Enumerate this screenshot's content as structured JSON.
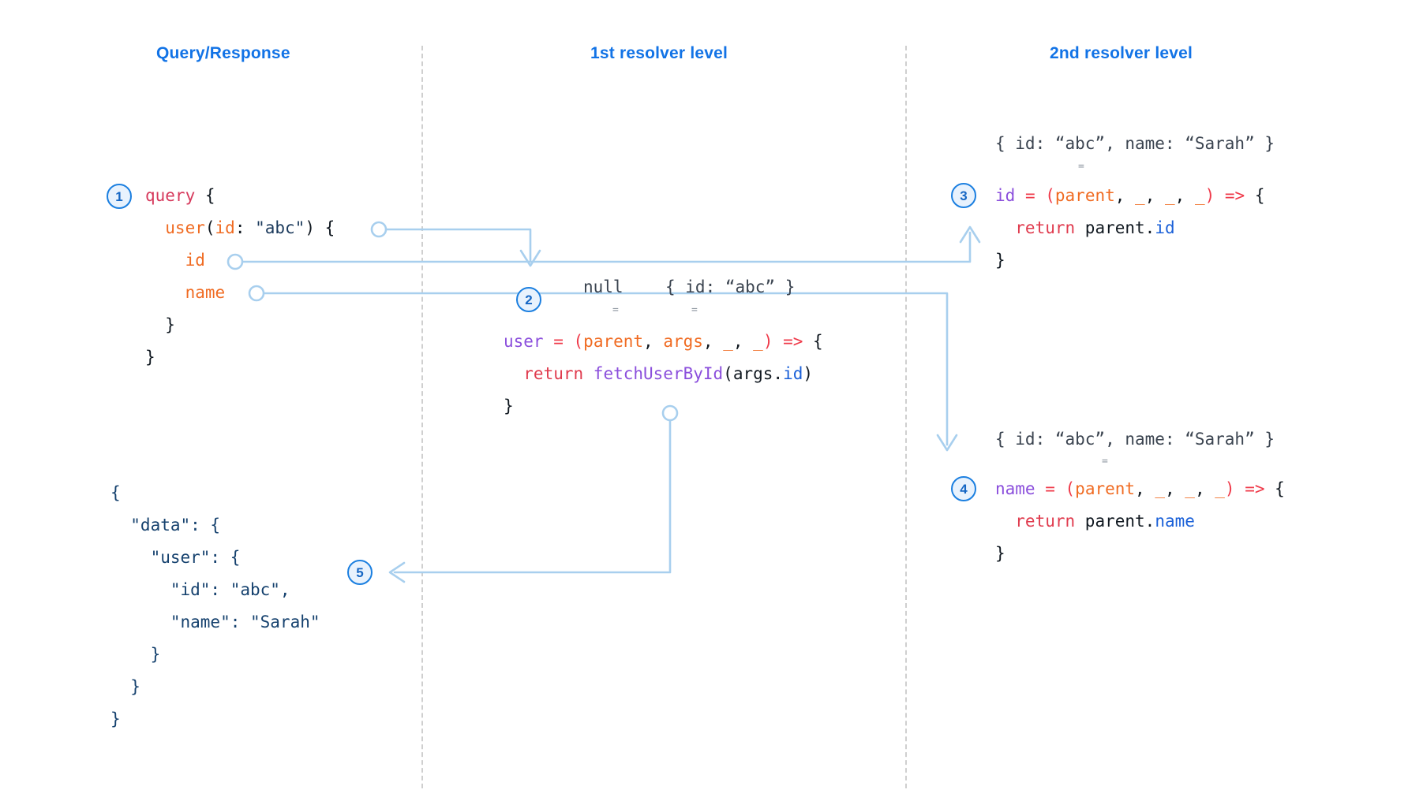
{
  "columns": [
    {
      "id": "query-response",
      "title": "Query/Response"
    },
    {
      "id": "first-resolver",
      "title": "1st resolver level"
    },
    {
      "id": "second-resolver",
      "title": "2nd resolver level"
    }
  ],
  "accent": {
    "header_blue": "#1273e6",
    "wire_blue": "#a8cfee",
    "badge_border": "#1b7fe0",
    "badge_fill": "#e8f2fd",
    "divider_gray": "#cfcfcf"
  },
  "badges": [
    {
      "n": "1",
      "step": "query-sent"
    },
    {
      "n": "2",
      "step": "user-resolver"
    },
    {
      "n": "3",
      "step": "id-resolver"
    },
    {
      "n": "4",
      "step": "name-resolver"
    },
    {
      "n": "5",
      "step": "response-returned"
    }
  ],
  "query_block": {
    "lines": [
      {
        "tokens": [
          {
            "t": "query",
            "c": "kw-query"
          },
          {
            "t": " {",
            "c": "punc"
          }
        ]
      },
      {
        "tokens": [
          {
            "t": "  user",
            "c": "fld"
          },
          {
            "t": "(",
            "c": "punc"
          },
          {
            "t": "id",
            "c": "fld"
          },
          {
            "t": ": ",
            "c": "punc"
          },
          {
            "t": "\"abc\"",
            "c": "str"
          },
          {
            "t": ") {",
            "c": "punc"
          }
        ]
      },
      {
        "tokens": [
          {
            "t": "    id",
            "c": "fld"
          }
        ]
      },
      {
        "tokens": [
          {
            "t": "    name",
            "c": "fld"
          }
        ]
      },
      {
        "tokens": [
          {
            "t": "  }",
            "c": "punc"
          }
        ]
      },
      {
        "tokens": [
          {
            "t": "}",
            "c": "punc"
          }
        ]
      }
    ]
  },
  "response_block": {
    "lines": [
      {
        "tokens": [
          {
            "t": "{",
            "c": "json"
          }
        ]
      },
      {
        "tokens": [
          {
            "t": "  \"data\": {",
            "c": "json"
          }
        ]
      },
      {
        "tokens": [
          {
            "t": "    \"user\": {",
            "c": "json"
          }
        ]
      },
      {
        "tokens": [
          {
            "t": "      \"id\": \"abc\",",
            "c": "json"
          }
        ]
      },
      {
        "tokens": [
          {
            "t": "      \"name\": \"Sarah\"",
            "c": "json"
          }
        ]
      },
      {
        "tokens": [
          {
            "t": "    }",
            "c": "json"
          }
        ]
      },
      {
        "tokens": [
          {
            "t": "  }",
            "c": "json"
          }
        ]
      },
      {
        "tokens": [
          {
            "t": "}",
            "c": "json"
          }
        ]
      }
    ]
  },
  "user_resolver": {
    "parent_value": "null",
    "args_value": "{ id: “abc” }",
    "lines": [
      {
        "tokens": [
          {
            "t": "user",
            "c": "fnname"
          },
          {
            "t": " = ",
            "c": "op"
          },
          {
            "t": "(",
            "c": "op"
          },
          {
            "t": "parent",
            "c": "fld"
          },
          {
            "t": ", ",
            "c": "punc"
          },
          {
            "t": "args",
            "c": "fld"
          },
          {
            "t": ", ",
            "c": "punc"
          },
          {
            "t": "_",
            "c": "fld"
          },
          {
            "t": ", ",
            "c": "punc"
          },
          {
            "t": "_",
            "c": "fld"
          },
          {
            "t": ")",
            "c": "op"
          },
          {
            "t": " => ",
            "c": "op"
          },
          {
            "t": "{",
            "c": "punc"
          }
        ]
      },
      {
        "tokens": [
          {
            "t": "  return ",
            "c": "kw-return"
          },
          {
            "t": "fetchUserById",
            "c": "fnname"
          },
          {
            "t": "(",
            "c": "punc"
          },
          {
            "t": "args",
            "c": "plain"
          },
          {
            "t": ".",
            "c": "punc"
          },
          {
            "t": "id",
            "c": "prop"
          },
          {
            "t": ")",
            "c": "punc"
          }
        ]
      },
      {
        "tokens": [
          {
            "t": "}",
            "c": "punc"
          }
        ]
      }
    ]
  },
  "id_resolver": {
    "parent_value": "{ id: “abc”, name: “Sarah” }",
    "lines": [
      {
        "tokens": [
          {
            "t": "id",
            "c": "fnname"
          },
          {
            "t": " = ",
            "c": "op"
          },
          {
            "t": "(",
            "c": "op"
          },
          {
            "t": "parent",
            "c": "fld"
          },
          {
            "t": ", ",
            "c": "punc"
          },
          {
            "t": "_",
            "c": "fld"
          },
          {
            "t": ", ",
            "c": "punc"
          },
          {
            "t": "_",
            "c": "fld"
          },
          {
            "t": ", ",
            "c": "punc"
          },
          {
            "t": "_",
            "c": "fld"
          },
          {
            "t": ")",
            "c": "op"
          },
          {
            "t": " => ",
            "c": "op"
          },
          {
            "t": "{",
            "c": "punc"
          }
        ]
      },
      {
        "tokens": [
          {
            "t": "  return ",
            "c": "kw-return"
          },
          {
            "t": "parent",
            "c": "plain"
          },
          {
            "t": ".",
            "c": "punc"
          },
          {
            "t": "id",
            "c": "prop"
          }
        ]
      },
      {
        "tokens": [
          {
            "t": "}",
            "c": "punc"
          }
        ]
      }
    ]
  },
  "name_resolver": {
    "parent_value": "{ id: “abc”, name: “Sarah” }",
    "lines": [
      {
        "tokens": [
          {
            "t": "name",
            "c": "fnname"
          },
          {
            "t": " = ",
            "c": "op"
          },
          {
            "t": "(",
            "c": "op"
          },
          {
            "t": "parent",
            "c": "fld"
          },
          {
            "t": ", ",
            "c": "punc"
          },
          {
            "t": "_",
            "c": "fld"
          },
          {
            "t": ", ",
            "c": "punc"
          },
          {
            "t": "_",
            "c": "fld"
          },
          {
            "t": ", ",
            "c": "punc"
          },
          {
            "t": "_",
            "c": "fld"
          },
          {
            "t": ")",
            "c": "op"
          },
          {
            "t": " => ",
            "c": "op"
          },
          {
            "t": "{",
            "c": "punc"
          }
        ]
      },
      {
        "tokens": [
          {
            "t": "  return ",
            "c": "kw-return"
          },
          {
            "t": "parent",
            "c": "plain"
          },
          {
            "t": ".",
            "c": "punc"
          },
          {
            "t": "name",
            "c": "prop"
          }
        ]
      },
      {
        "tokens": [
          {
            "t": "}",
            "c": "punc"
          }
        ]
      }
    ]
  },
  "equals_marks": [
    {
      "for": "user-parent"
    },
    {
      "for": "user-args"
    },
    {
      "for": "id-parent"
    },
    {
      "for": "name-parent"
    }
  ]
}
